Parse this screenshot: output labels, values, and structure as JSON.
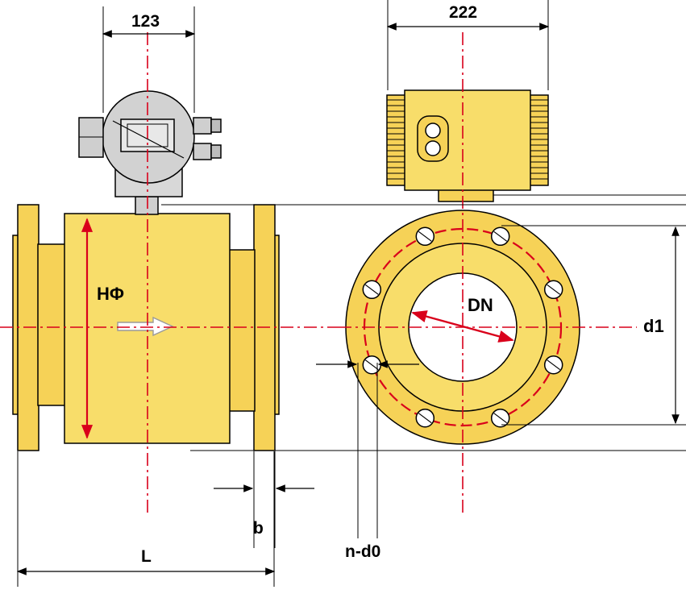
{
  "labels": {
    "dim_transmitter_width": "123",
    "dim_junction_box_width": "222",
    "inner_diameter": "HΦ",
    "nominal_diameter": "DN",
    "bolt_circle": "d1",
    "flange_thickness": "b",
    "length": "L",
    "bolt_holes": "n-d0"
  },
  "colors": {
    "body_yellow": "#f8dd6a",
    "flange_yellow": "#f6d257",
    "housing_gray": "#d2d2d2",
    "centerline_red": "#d9001b",
    "outline": "#000000"
  },
  "icons": {
    "flow_arrow": "flow-direction-arrow-icon"
  }
}
